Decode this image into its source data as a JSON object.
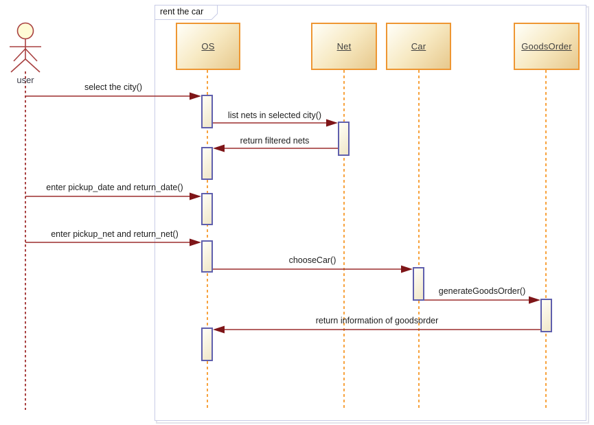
{
  "frame": {
    "title": "rent the car"
  },
  "actor": {
    "label": "user"
  },
  "lifelines": [
    {
      "name": "OS"
    },
    {
      "name": "Net"
    },
    {
      "name": "Car"
    },
    {
      "name": "GoodsOrder"
    }
  ],
  "messages": [
    {
      "label": "select the city()",
      "from": "user",
      "to": "OS"
    },
    {
      "label": "list nets in selected city()",
      "from": "OS",
      "to": "Net"
    },
    {
      "label": "return filtered nets",
      "from": "Net",
      "to": "OS"
    },
    {
      "label": "enter pickup_date and return_date()",
      "from": "user",
      "to": "OS"
    },
    {
      "label": "enter pickup_net and return_net()",
      "from": "user",
      "to": "OS"
    },
    {
      "label": "chooseCar()",
      "from": "OS",
      "to": "Car"
    },
    {
      "label": "generateGoodsOrder()",
      "from": "Car",
      "to": "GoodsOrder"
    },
    {
      "label": "return information of goodsorder",
      "from": "GoodsOrder",
      "to": "OS"
    }
  ],
  "colors": {
    "box_border": "#EE9632",
    "box_fill_gradient_end": "#E7C88C",
    "activation_border": "#5F5FAD",
    "activation_fill": "#F5EDD3",
    "message_arrow": "#8E1F1F",
    "object_lifeline": "#F7A23D",
    "actor_lifeline": "#A84040",
    "frame_border": "#C8CCE6",
    "text": "#1c1c1c"
  }
}
